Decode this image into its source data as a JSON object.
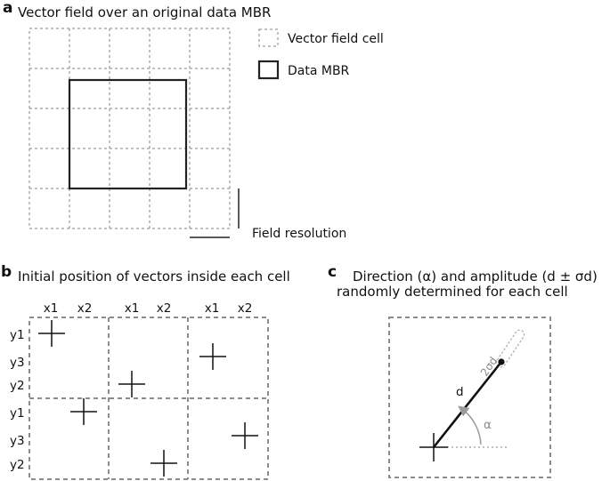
{
  "panel_a": {
    "letter": "a",
    "title": "Vector field over an original data MBR",
    "legend_cell": "Vector field cell",
    "legend_mbr": "Data MBR",
    "resolution_label": "Field resolution"
  },
  "panel_b": {
    "letter": "b",
    "title": "Initial position of vectors inside each cell",
    "x_labels": [
      "x1",
      "x2",
      "x1",
      "x2",
      "x1",
      "x2"
    ],
    "y_labels": [
      "y1",
      "y3",
      "y2",
      "y1",
      "y3",
      "y2"
    ]
  },
  "panel_c": {
    "letter": "c",
    "title_line1": "Direction (α) and amplitude (d ± σd)",
    "title_line2": "randomly determined for each cell",
    "amplitude_label": "d",
    "angle_label": "α",
    "sigma_label": "2σd"
  },
  "colors": {
    "dashed_grid": "#9a9a9a",
    "panel_box": "#8c8c8c",
    "mbr": "#222222",
    "vector": "#111111",
    "angle_arc": "#9a9a9a"
  }
}
